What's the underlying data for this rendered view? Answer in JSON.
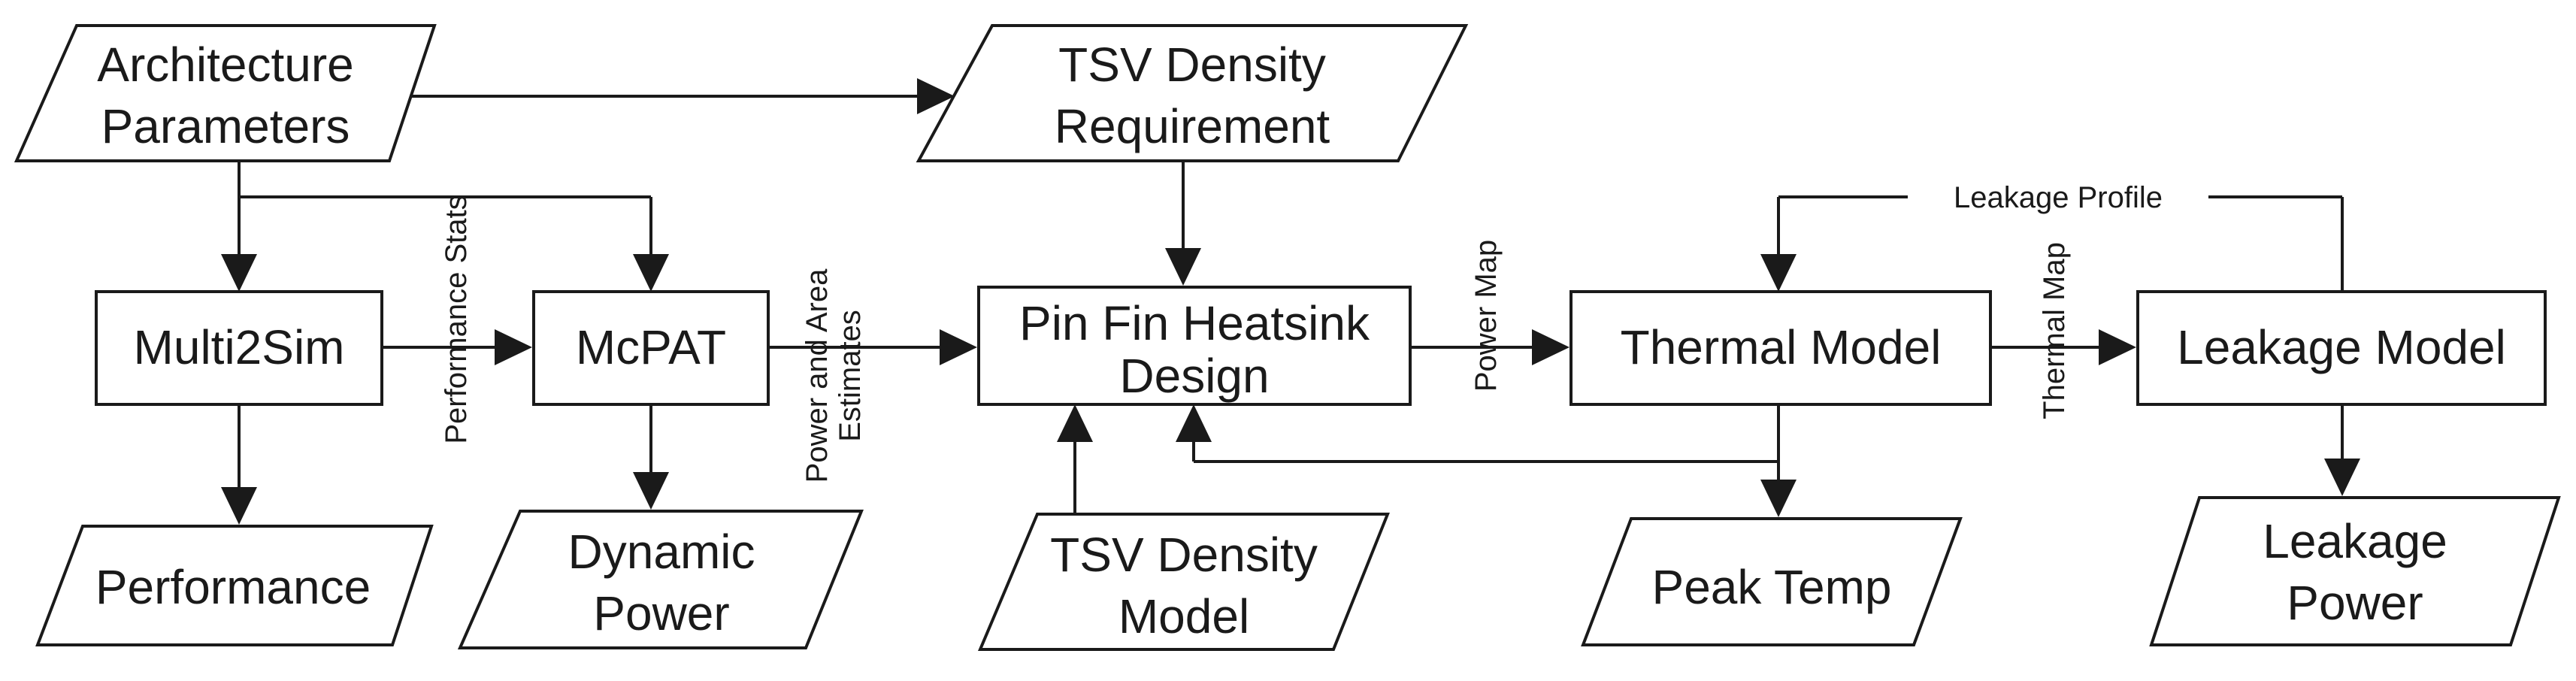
{
  "nodes": {
    "architecture_parameters": {
      "line1": "Architecture",
      "line2": "Parameters"
    },
    "tsv_density_requirement": {
      "line1": "TSV Density",
      "line2": "Requirement"
    },
    "multi2sim": {
      "line1": "Multi2Sim"
    },
    "mcpat": {
      "line1": "McPAT"
    },
    "pin_fin_heatsink_design": {
      "line1": "Pin Fin Heatsink",
      "line2": "Design"
    },
    "thermal_model": {
      "line1": "Thermal Model"
    },
    "leakage_model": {
      "line1": "Leakage Model"
    },
    "performance": {
      "line1": "Performance"
    },
    "dynamic_power": {
      "line1": "Dynamic",
      "line2": "Power"
    },
    "tsv_density_model": {
      "line1": "TSV Density",
      "line2": "Model"
    },
    "peak_temp": {
      "line1": "Peak Temp"
    },
    "leakage_power": {
      "line1": "Leakage",
      "line2": "Power"
    }
  },
  "edge_labels": {
    "performance_stats": "Performance Stats",
    "power_and_area_line1": "Power and Area",
    "power_and_area_line2": "Estimates",
    "power_map": "Power Map",
    "thermal_map": "Thermal Map",
    "leakage_profile": "Leakage Profile"
  }
}
